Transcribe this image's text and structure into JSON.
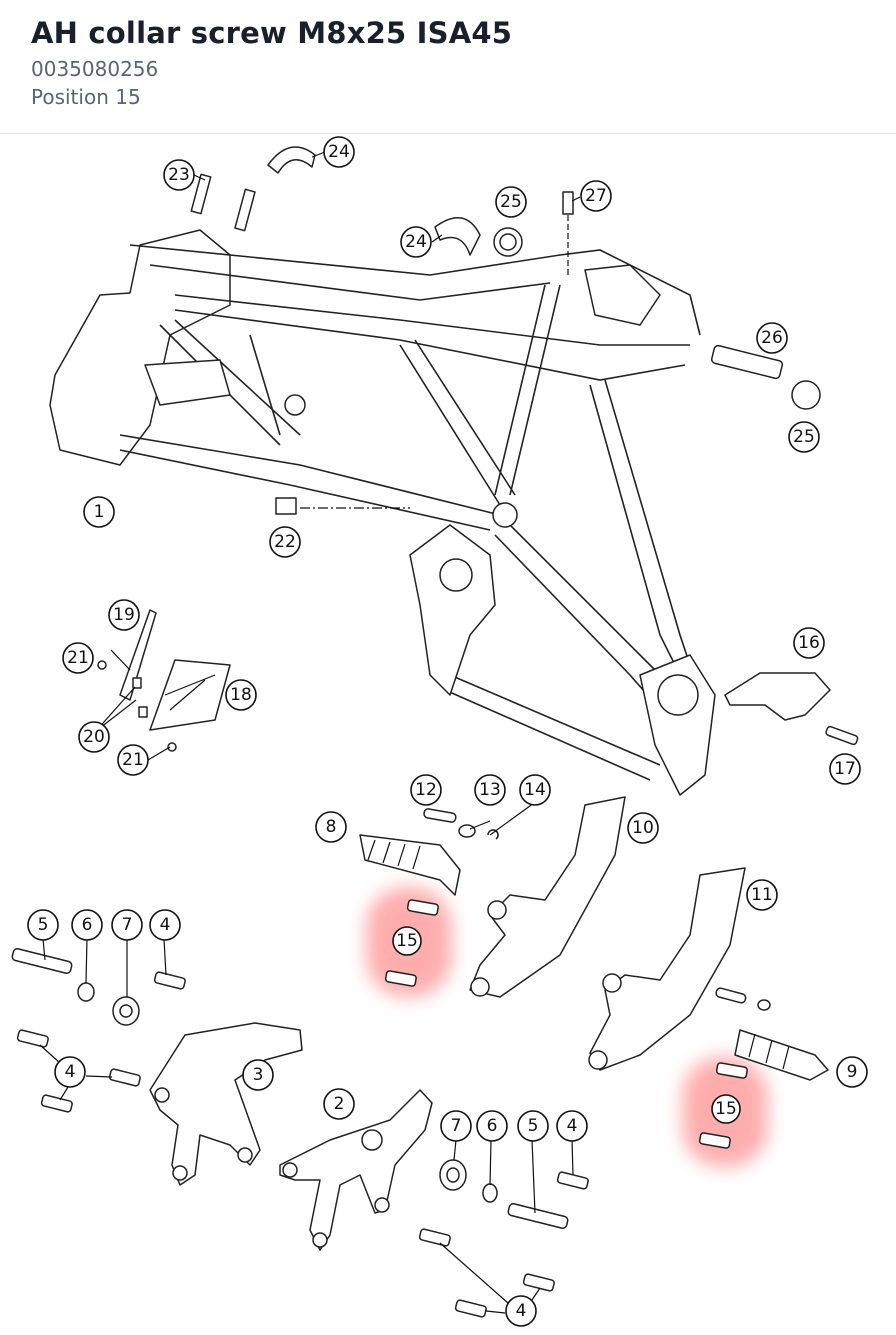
{
  "header": {
    "title": "AH collar screw M8x25 ISA45",
    "part_number": "0035080256",
    "position": "Position 15"
  },
  "colors": {
    "highlight": "#ff6b6b",
    "title": "#17202c",
    "subtitle": "#5c6470",
    "divider": "#e3e6ea"
  },
  "callouts": {
    "c1": "1",
    "c2": "2",
    "c3": "3",
    "c4a": "4",
    "c4b": "4",
    "c4c": "4",
    "c4d": "4",
    "c5a": "5",
    "c5b": "5",
    "c6a": "6",
    "c6b": "6",
    "c7a": "7",
    "c7b": "7",
    "c8": "8",
    "c9": "9",
    "c10": "10",
    "c11": "11",
    "c12": "12",
    "c13": "13",
    "c14": "14",
    "c15a": "15",
    "c15b": "15",
    "c16": "16",
    "c17": "17",
    "c18": "18",
    "c19": "19",
    "c20": "20",
    "c21a": "21",
    "c21b": "21",
    "c22": "22",
    "c23": "23",
    "c24a": "24",
    "c24b": "24",
    "c25a": "25",
    "c25b": "25",
    "c26": "26",
    "c27": "27"
  }
}
